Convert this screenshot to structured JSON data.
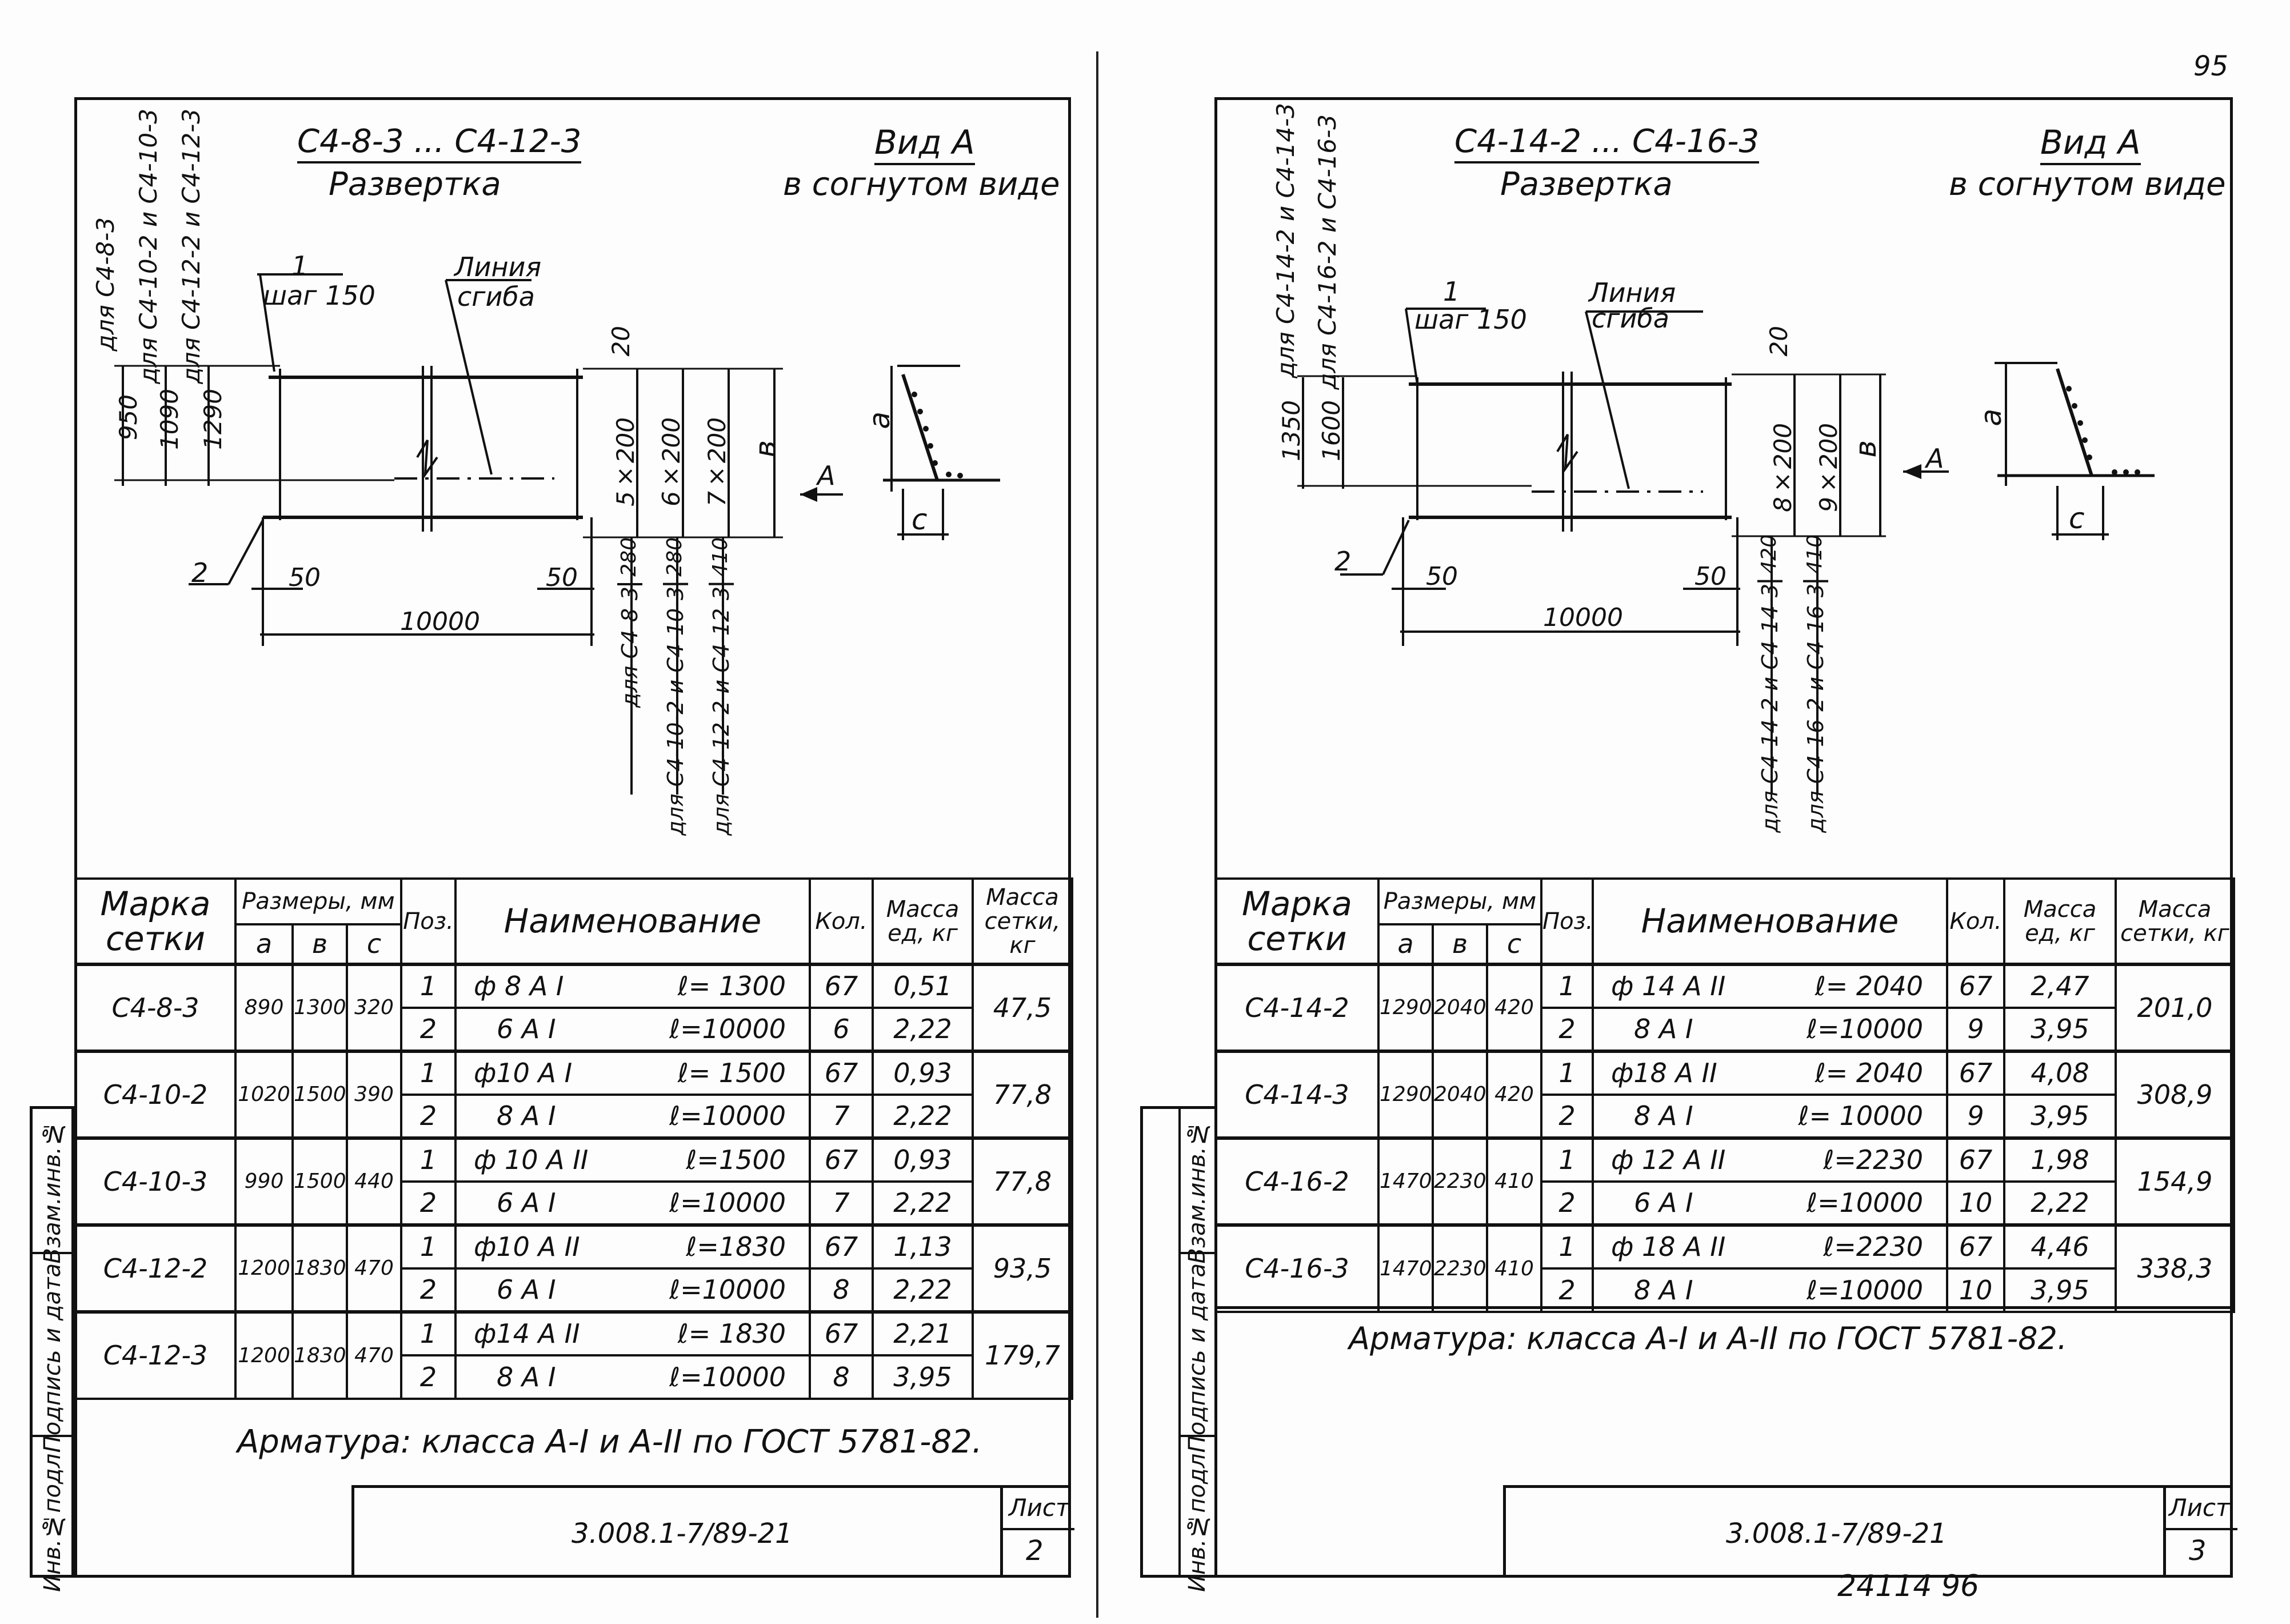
{
  "page_number_top": "95",
  "page_number_bottom": "24114   96",
  "left_sheet": {
    "title": "С4-8-3 ... С4-12-3",
    "subtitle": "Развертка",
    "view_title": "Вид А",
    "view_subtitle": "в согнутом виде",
    "callout_1": "1",
    "callout_step": "шаг 150",
    "callout_2": "2",
    "bend_line_1": "Линия",
    "bend_line_2": "сгиба",
    "dim_top_labels": [
      "для С4-8-3",
      "для С4-10-2 и С4-10-3",
      "для С4-12-2 и С4-12-3"
    ],
    "dim_top_values": [
      "950",
      "1090",
      "1290"
    ],
    "dim_20": "20",
    "dim_right_values": [
      "5×200",
      "6×200",
      "7×200"
    ],
    "dim_b": "в",
    "dim_bottom_values": [
      "280",
      "280",
      "410"
    ],
    "dim_bottom_labels": [
      "для С4-8-3",
      "для С4-10-2 и С4-10-3",
      "для С4-12-2 и С4-12-3"
    ],
    "dim_50_left": "50",
    "dim_50_right": "50",
    "dim_length": "10000",
    "view_a_label": "а",
    "view_c_label": "с",
    "arrow_label": "А",
    "table": {
      "h_mark": "Марка сетки",
      "h_sizes": "Размеры, мм",
      "h_a": "а",
      "h_b": "в",
      "h_c": "с",
      "h_pos": "Поз.",
      "h_name": "Наименование",
      "h_qty": "Кол.",
      "h_mass_unit": "Масса ед, кг",
      "h_mass_total": "Масса сетки, кг",
      "rows": [
        {
          "mark": "С4-8-3",
          "a": "890",
          "b": "1300",
          "c": "320",
          "p1": "1",
          "n1": "ф 8 А I",
          "l1": "ℓ= 1300",
          "q1": "67",
          "m1": "0,51",
          "p2": "2",
          "n2": "6 А I",
          "l2": "ℓ=10000",
          "q2": "6",
          "m2": "2,22",
          "total": "47,5"
        },
        {
          "mark": "С4-10-2",
          "a": "1020",
          "b": "1500",
          "c": "390",
          "p1": "1",
          "n1": "ф10 А I",
          "l1": "ℓ= 1500",
          "q1": "67",
          "m1": "0,93",
          "p2": "2",
          "n2": "8 А I",
          "l2": "ℓ=10000",
          "q2": "7",
          "m2": "2,22",
          "total": "77,8"
        },
        {
          "mark": "С4-10-3",
          "a": "990",
          "b": "1500",
          "c": "440",
          "p1": "1",
          "n1": "ф 10 А II",
          "l1": "ℓ=1500",
          "q1": "67",
          "m1": "0,93",
          "p2": "2",
          "n2": "6 А I",
          "l2": "ℓ=10000",
          "q2": "7",
          "m2": "2,22",
          "total": "77,8"
        },
        {
          "mark": "С4-12-2",
          "a": "1200",
          "b": "1830",
          "c": "470",
          "p1": "1",
          "n1": "ф10 А II",
          "l1": "ℓ=1830",
          "q1": "67",
          "m1": "1,13",
          "p2": "2",
          "n2": "6 А I",
          "l2": "ℓ=10000",
          "q2": "8",
          "m2": "2,22",
          "total": "93,5"
        },
        {
          "mark": "С4-12-3",
          "a": "1200",
          "b": "1830",
          "c": "470",
          "p1": "1",
          "n1": "ф14 А II",
          "l1": "ℓ= 1830",
          "q1": "67",
          "m1": "2,21",
          "p2": "2",
          "n2": "8 А I",
          "l2": "ℓ=10000",
          "q2": "8",
          "m2": "3,95",
          "total": "179,7"
        }
      ],
      "note": "Арматура: класса А-I и А-II по ГОСТ 5781-82."
    },
    "stamp_code": "3.008.1-7/89-21",
    "stamp_sheet_label": "Лист",
    "stamp_sheet_no": "2"
  },
  "right_sheet": {
    "title": "С4-14-2 ... С4-16-3",
    "subtitle": "Развертка",
    "view_title": "Вид А",
    "view_subtitle": "в согнутом виде",
    "callout_1": "1",
    "callout_step": "шаг 150",
    "callout_2": "2",
    "bend_line_1": "Линия",
    "bend_line_2": "сгиба",
    "dim_top_labels": [
      "для С4-14-2 и С4-14-3",
      "для С4-16-2 и С4-16-3"
    ],
    "dim_top_values": [
      "1350",
      "1600"
    ],
    "dim_20": "20",
    "dim_right_values": [
      "8×200",
      "9×200"
    ],
    "dim_b": "в",
    "dim_bottom_values": [
      "420",
      "410"
    ],
    "dim_bottom_labels": [
      "для С4-14-2 и С4-14-3",
      "для С4-16-2 и С4-16-3"
    ],
    "dim_50_left": "50",
    "dim_50_right": "50",
    "dim_length": "10000",
    "view_a_label": "а",
    "view_c_label": "с",
    "arrow_label": "А",
    "table": {
      "h_mark": "Марка сетки",
      "h_sizes": "Размеры, мм",
      "h_a": "а",
      "h_b": "в",
      "h_c": "с",
      "h_pos": "Поз.",
      "h_name": "Наименование",
      "h_qty": "Кол.",
      "h_mass_unit": "Масса ед, кг",
      "h_mass_total": "Масса сетки, кг",
      "rows": [
        {
          "mark": "С4-14-2",
          "a": "1290",
          "b": "2040",
          "c": "420",
          "p1": "1",
          "n1": "ф 14 А II",
          "l1": "ℓ= 2040",
          "q1": "67",
          "m1": "2,47",
          "p2": "2",
          "n2": "8 А I",
          "l2": "ℓ=10000",
          "q2": "9",
          "m2": "3,95",
          "total": "201,0"
        },
        {
          "mark": "С4-14-3",
          "a": "1290",
          "b": "2040",
          "c": "420",
          "p1": "1",
          "n1": "ф18 А II",
          "l1": "ℓ= 2040",
          "q1": "67",
          "m1": "4,08",
          "p2": "2",
          "n2": "8 А I",
          "l2": "ℓ= 10000",
          "q2": "9",
          "m2": "3,95",
          "total": "308,9"
        },
        {
          "mark": "С4-16-2",
          "a": "1470",
          "b": "2230",
          "c": "410",
          "p1": "1",
          "n1": "ф 12 А II",
          "l1": "ℓ=2230",
          "q1": "67",
          "m1": "1,98",
          "p2": "2",
          "n2": "6 А I",
          "l2": "ℓ=10000",
          "q2": "10",
          "m2": "2,22",
          "total": "154,9"
        },
        {
          "mark": "С4-16-3",
          "a": "1470",
          "b": "2230",
          "c": "410",
          "p1": "1",
          "n1": "ф 18 А II",
          "l1": "ℓ=2230",
          "q1": "67",
          "m1": "4,46",
          "p2": "2",
          "n2": "8 А I",
          "l2": "ℓ=10000",
          "q2": "10",
          "m2": "3,95",
          "total": "338,3"
        }
      ],
      "note": "Арматура: класса А-I и А-II по ГОСТ 5781-82."
    },
    "stamp_code": "3.008.1-7/89-21",
    "stamp_sheet_label": "Лист",
    "stamp_sheet_no": "3"
  },
  "margin_labels": [
    "Инв.№подл.",
    "Подпись и дата",
    "Взам.инв.№"
  ]
}
